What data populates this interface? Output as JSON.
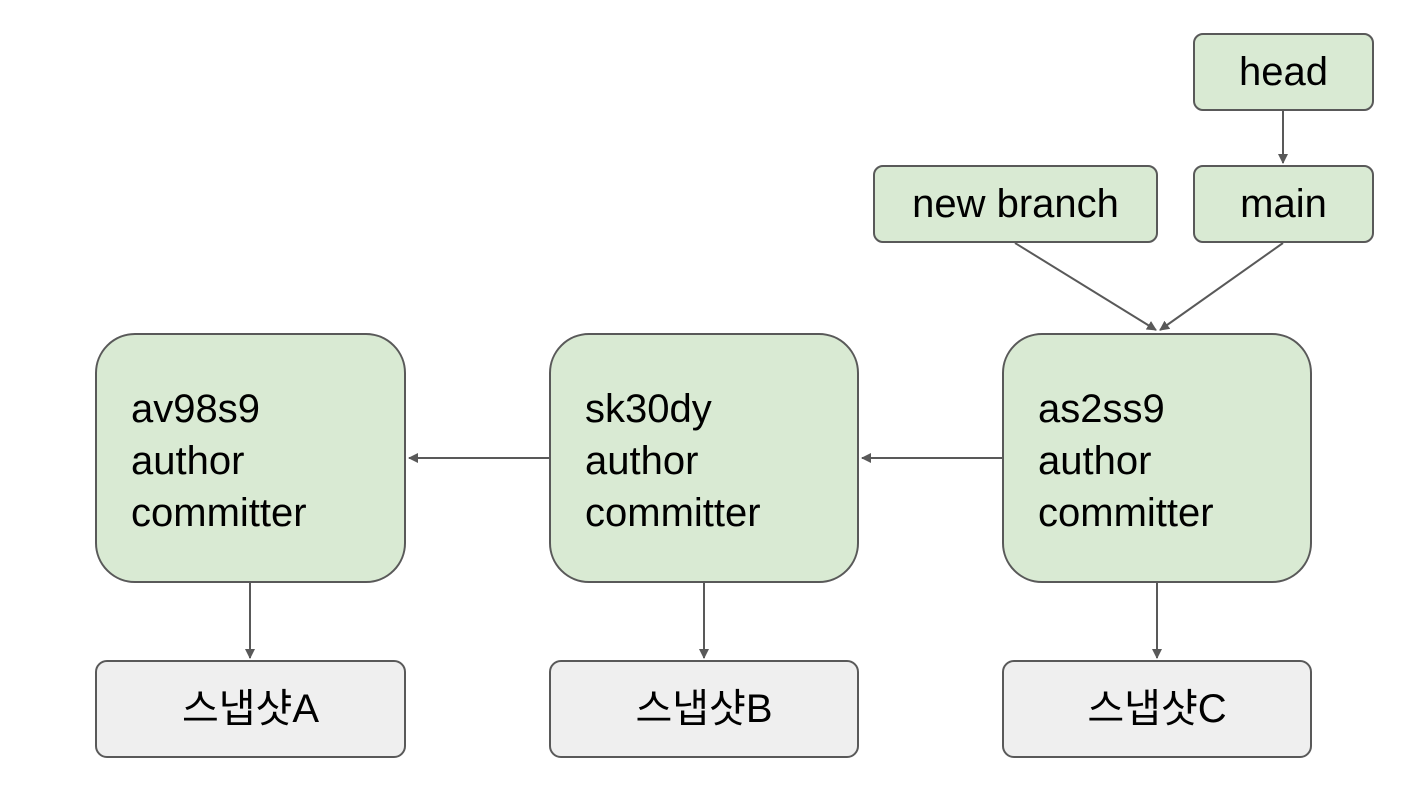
{
  "refs": {
    "head": "head",
    "main": "main",
    "new_branch": "new branch"
  },
  "commits": [
    {
      "hash": "av98s9",
      "author": "author",
      "committer": "committer"
    },
    {
      "hash": "sk30dy",
      "author": "author",
      "committer": "committer"
    },
    {
      "hash": "as2ss9",
      "author": "author",
      "committer": "committer"
    }
  ],
  "snapshots": [
    "스냅샷A",
    "스냅샷B",
    "스냅샷C"
  ],
  "colors": {
    "commit_fill": "#d9ead3",
    "snapshot_fill": "#efefef",
    "stroke": "#595959"
  }
}
